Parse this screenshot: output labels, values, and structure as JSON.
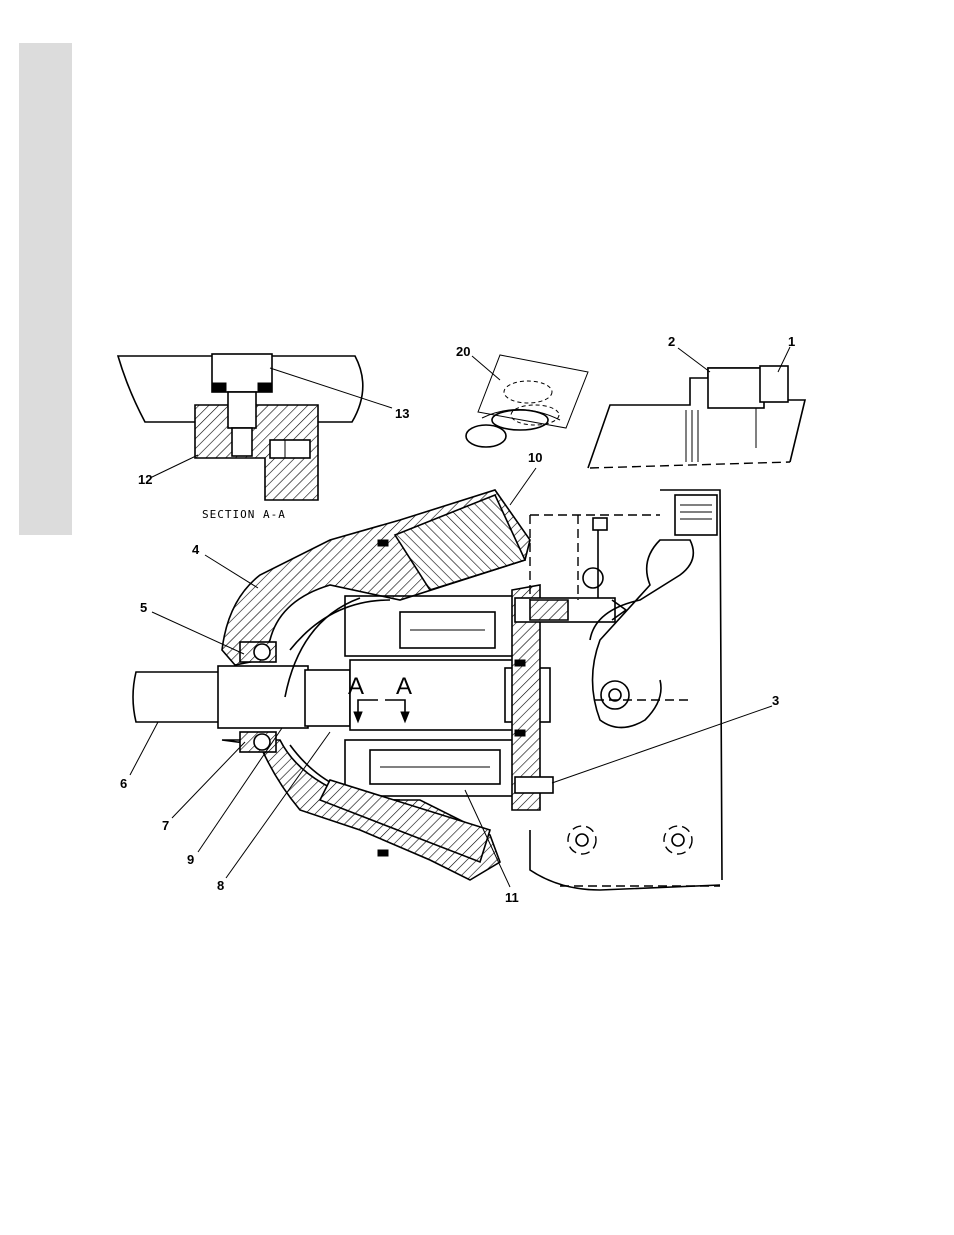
{
  "section_label": "SECTION A-A",
  "section_marks": [
    "A",
    "A"
  ],
  "callouts": [
    {
      "id": "c1",
      "text": "1"
    },
    {
      "id": "c2",
      "text": "2"
    },
    {
      "id": "c3",
      "text": "3"
    },
    {
      "id": "c4",
      "text": "4"
    },
    {
      "id": "c5",
      "text": "5"
    },
    {
      "id": "c6",
      "text": "6"
    },
    {
      "id": "c7",
      "text": "7"
    },
    {
      "id": "c8",
      "text": "8"
    },
    {
      "id": "c9",
      "text": "9"
    },
    {
      "id": "c10",
      "text": "10"
    },
    {
      "id": "c11",
      "text": "11"
    },
    {
      "id": "c12",
      "text": "12"
    },
    {
      "id": "c13",
      "text": "13"
    },
    {
      "id": "c20",
      "text": "20"
    }
  ],
  "colors": {
    "side_tab": "#dcdcdc",
    "ink": "#000000",
    "paper": "#ffffff"
  }
}
